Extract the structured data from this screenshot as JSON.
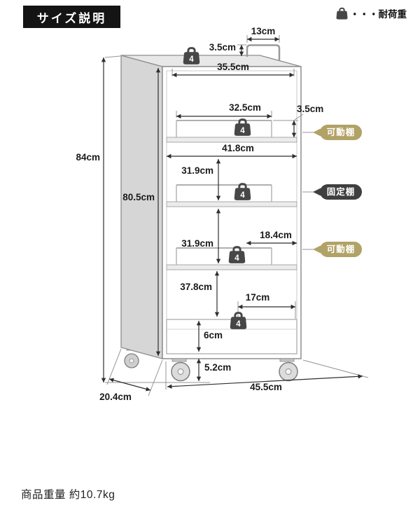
{
  "header": {
    "title": "サイズ説明"
  },
  "legend": {
    "icon": "weight-icon",
    "text": "・・・耐荷重"
  },
  "load": {
    "value": "4"
  },
  "shelf_tags": [
    {
      "text": "可動棚",
      "type": "movable"
    },
    {
      "text": "固定棚",
      "type": "fixed"
    },
    {
      "text": "可動棚",
      "type": "movable"
    }
  ],
  "dims": {
    "handle_width": "13cm",
    "handle_height": "3.5cm",
    "top_width": "35.5cm",
    "shelf_width": "32.5cm",
    "rail_height": "3.5cm",
    "inner_width": "41.8cm",
    "gap_upper": "31.9cm",
    "gap_lower": "31.9cm",
    "lower_section_height": "37.8cm",
    "shelf_clearance": "18.4cm",
    "box_clearance": "17cm",
    "box_height": "6cm",
    "caster_height": "5.2cm",
    "total_height": "84cm",
    "body_height": "80.5cm",
    "total_width": "45.5cm",
    "depth": "20.4cm"
  },
  "footer": {
    "text": "商品重量 約10.7kg"
  },
  "colors": {
    "badge_movable": "#b1a266",
    "badge_fixed": "#3f3f3f",
    "title_bg": "#141414",
    "icon": "#474747",
    "panel_side": "#d6d6d6",
    "panel_top": "#e8e8e8"
  }
}
